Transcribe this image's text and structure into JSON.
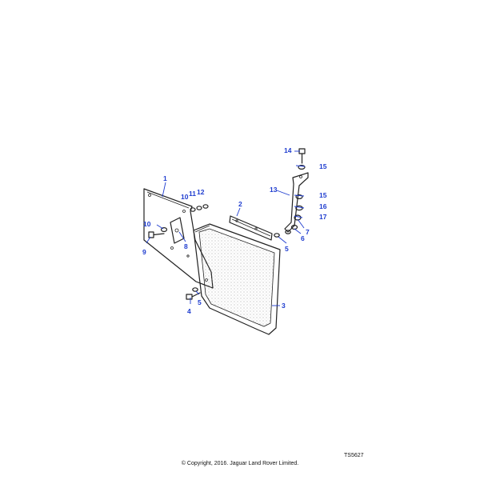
{
  "diagram": {
    "reference_code": "TS5627",
    "copyright": "© Copyright, 2016. Jaguar Land Rover Limited.",
    "callouts": {
      "c1": "1",
      "c2": "2",
      "c3": "3",
      "c4": "4",
      "c5a": "5",
      "c5b": "5",
      "c6": "6",
      "c7": "7",
      "c8": "8",
      "c9": "9",
      "c10a": "10",
      "c10b": "10",
      "c11": "11",
      "c12": "12",
      "c13": "13",
      "c14": "14",
      "c15a": "15",
      "c15b": "15",
      "c16": "16",
      "c17": "17"
    }
  }
}
